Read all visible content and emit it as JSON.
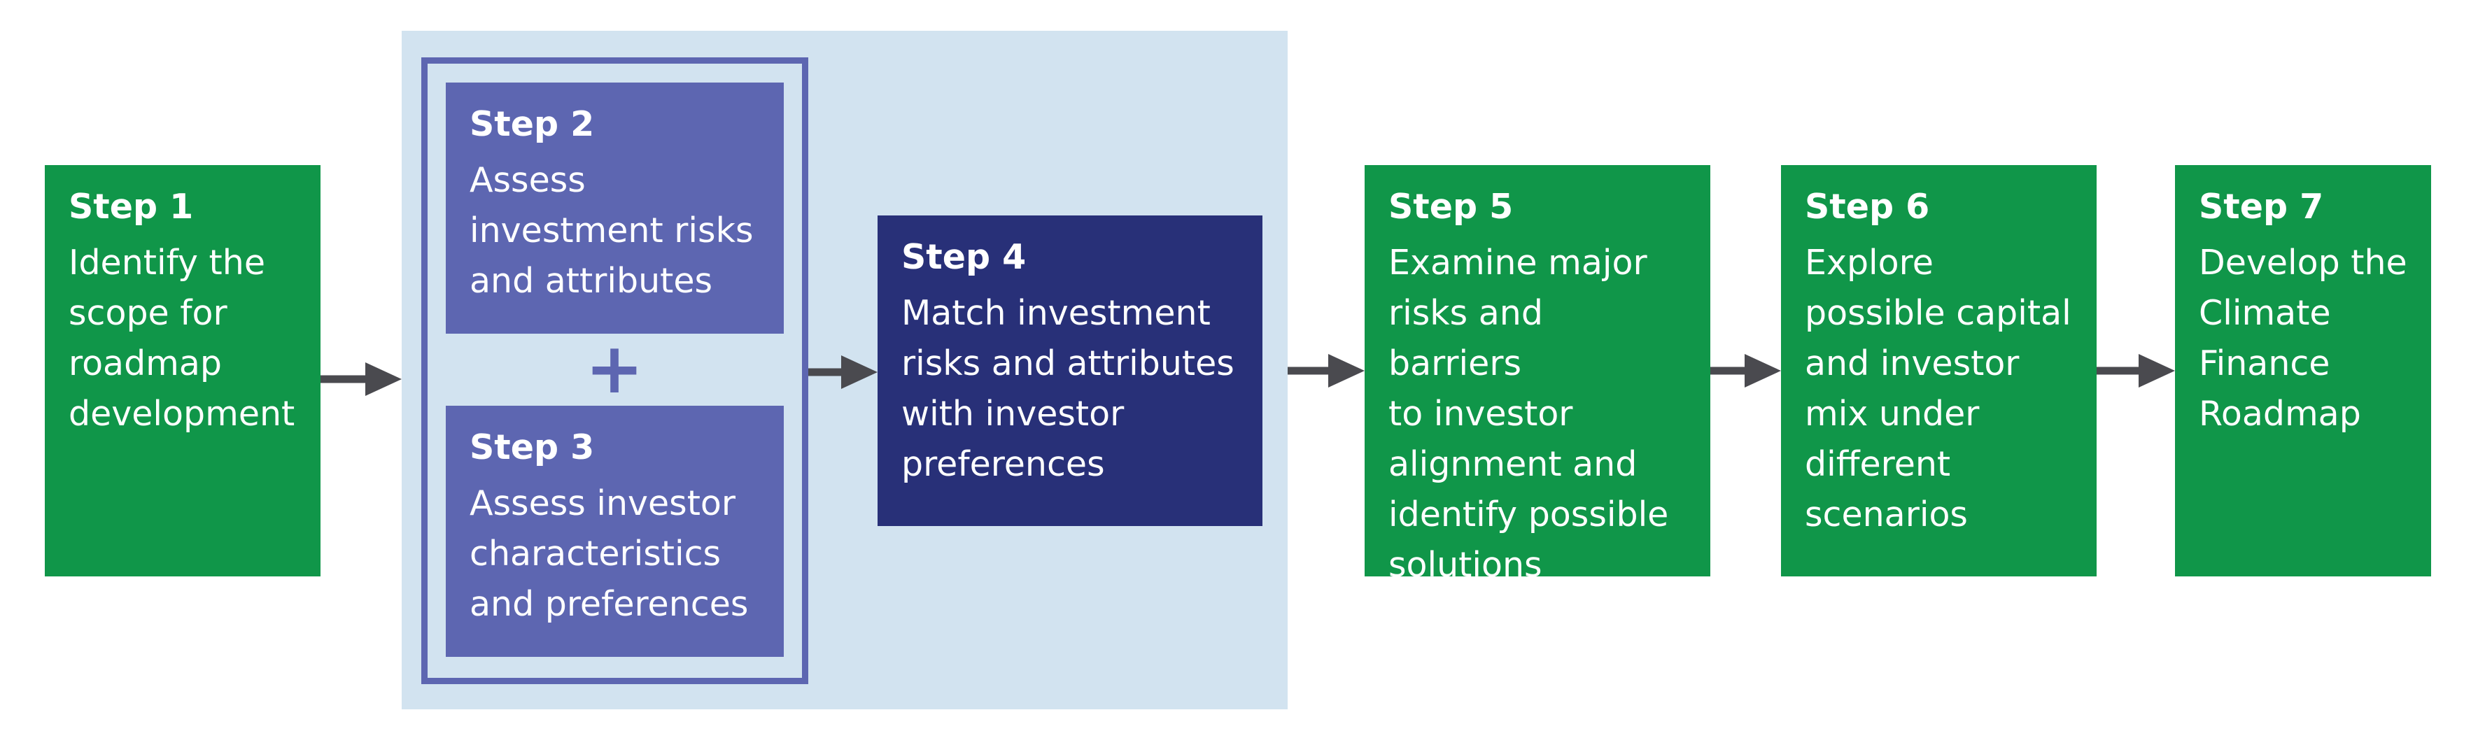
{
  "colors": {
    "green": "#109649",
    "lilac": "#5d66b1",
    "navy": "#283078",
    "panel": "#d2e3f0",
    "arrow": "#4a4a4f"
  },
  "steps": [
    {
      "title": "Step 1",
      "desc": "Identify the\nscope for\nroadmap\ndevelopment"
    },
    {
      "title": "Step 2",
      "desc": "Assess\ninvestment risks\nand attributes"
    },
    {
      "title": "Step 3",
      "desc": "Assess investor\ncharacteristics\nand preferences"
    },
    {
      "title": "Step 4",
      "desc": "Match investment\nrisks and attributes\nwith investor\npreferences"
    },
    {
      "title": "Step 5",
      "desc": "Examine major\nrisks and barriers\nto investor\nalignment and\nidentify possible\nsolutions"
    },
    {
      "title": "Step 6",
      "desc": "Explore\npossible capital\nand investor\nmix under\ndifferent\nscenarios"
    },
    {
      "title": "Step 7",
      "desc": "Develop the\nClimate\nFinance\nRoadmap"
    }
  ],
  "connector": {
    "plus": "+"
  }
}
